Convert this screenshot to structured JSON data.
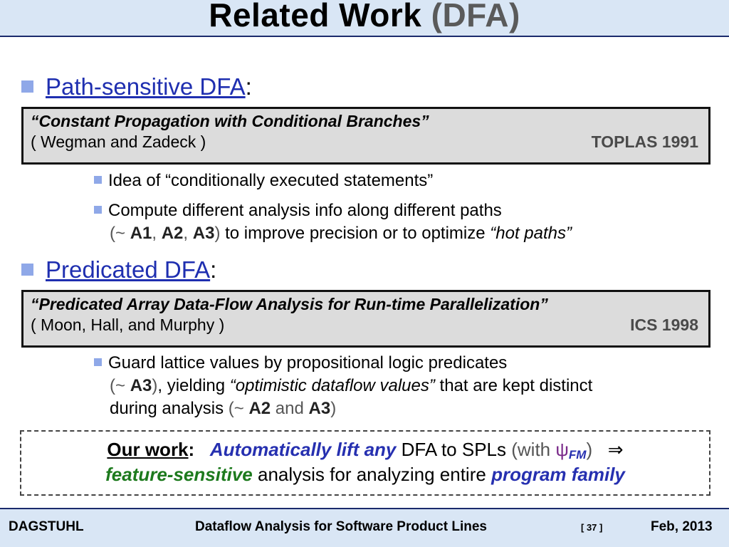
{
  "header": {
    "title": "Related Work",
    "title_accent": "(DFA)"
  },
  "sections": [
    {
      "heading": "Path-sensitive DFA",
      "colon": ":",
      "ref_title": "“Constant Propagation with Conditional Branches”",
      "ref_authors": "( Wegman and Zadeck )",
      "ref_venue": "TOPLAS 1991",
      "bullets": [
        {
          "text": "Idea of “conditionally executed statements”"
        },
        {
          "text": "Compute different analysis info along different paths",
          "line2_open": "(~ ",
          "a1": "A1",
          "sep1": ", ",
          "a2": "A2",
          "sep2": ", ",
          "a3": "A3",
          "line2_close": ")",
          "line2_rest": " to improve precision or to optimize ",
          "line2_em": "“hot paths”"
        }
      ]
    },
    {
      "heading": "Predicated DFA",
      "colon": ":",
      "ref_title": "“Predicated Array Data-Flow Analysis for Run-time Parallelization”",
      "ref_authors": "( Moon, Hall, and Murphy )",
      "ref_venue": "ICS 1998",
      "bullets": [
        {
          "text": "Guard lattice values by propositional logic predicates",
          "line2_open": "(~ ",
          "a3": "A3",
          "line2_close": ")",
          "line2_rest": ", yielding ",
          "line2_em": "“optimistic dataflow values”",
          "line2_tail": " that are kept distinct",
          "line3_pre": "during analysis ",
          "line3_open": "(~ ",
          "a2": "A2",
          "and": " and ",
          "a3b": "A3",
          "line3_close": ")"
        }
      ]
    }
  ],
  "our_work": {
    "label": "Our work",
    "colon": ":",
    "blue1": "Automatically lift any",
    "mid1": " DFA to SPLs ",
    "with_open": "(with ",
    "psi": "ψ",
    "fm": "FM",
    "with_close": ")",
    "arrow": "⇒",
    "green": "feature-sensitive",
    "mid2": " analysis for analyzing entire ",
    "blue2": "program family"
  },
  "footer": {
    "left": "DAGSTUHL",
    "center": "Dataflow Analysis for Software Product Lines",
    "page": "[ 37 ]",
    "date": "Feb, 2013"
  },
  "colors": {
    "heading_link": "#1f2fb0",
    "bullet": "#8fa8e8",
    "title_bar": "#d9e6f5",
    "green": "#1d7a1d"
  }
}
